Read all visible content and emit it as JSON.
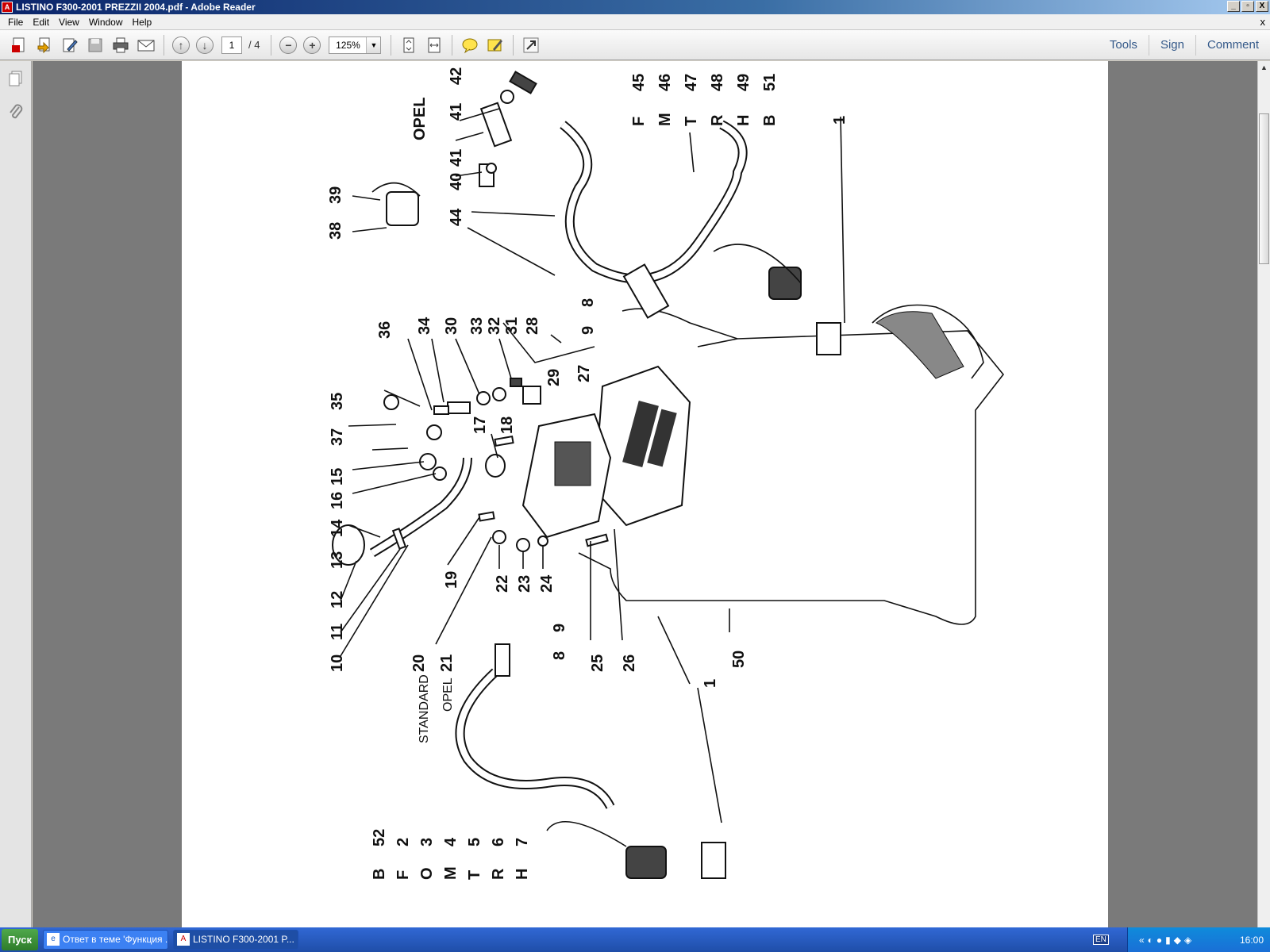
{
  "window": {
    "title": "LISTINO F300-2001 PREZZII 2004.pdf - Adobe Reader",
    "controls": {
      "minimize": "_",
      "restore": "▫",
      "close": "X"
    }
  },
  "menu": {
    "items": [
      "File",
      "Edit",
      "View",
      "Window",
      "Help"
    ],
    "doc_close": "x"
  },
  "toolbar": {
    "page_current": "1",
    "page_total": "/ 4",
    "zoom": "125%",
    "links": [
      "Tools",
      "Sign",
      "Comment"
    ]
  },
  "drawing": {
    "labels": {
      "opel_top": "OPEL",
      "standard": "STANDARD",
      "opel_bottom": "OPEL",
      "n1a": "1",
      "n1b": "1",
      "n8a": "8",
      "n8b": "8",
      "n9a": "9",
      "n9b": "9",
      "n10": "10",
      "n11": "11",
      "n12": "12",
      "n13": "13",
      "n14": "14",
      "n15": "15",
      "n16": "16",
      "n17": "17",
      "n18": "18",
      "n19": "19",
      "n20": "20",
      "n21": "21",
      "n22": "22",
      "n23": "23",
      "n24": "24",
      "n25": "25",
      "n26": "26",
      "n27": "27",
      "n28": "28",
      "n29": "29",
      "n30": "30",
      "n31": "31",
      "n32": "32",
      "n33": "33",
      "n34": "34",
      "n35": "35",
      "n36": "36",
      "n37": "37",
      "n38": "38",
      "n39": "39",
      "n40": "40",
      "n41a": "41",
      "n41b": "41",
      "n42": "42",
      "n44": "44",
      "n50": "50",
      "top_codes": [
        [
          "F",
          "45"
        ],
        [
          "M",
          "46"
        ],
        [
          "T",
          "47"
        ],
        [
          "R",
          "48"
        ],
        [
          "H",
          "49"
        ],
        [
          "B",
          "51"
        ]
      ],
      "bottom_codes": [
        [
          "B",
          "52"
        ],
        [
          "F",
          "2"
        ],
        [
          "O",
          "3"
        ],
        [
          "M",
          "4"
        ],
        [
          "T",
          "5"
        ],
        [
          "R",
          "6"
        ],
        [
          "H",
          "7"
        ]
      ]
    }
  },
  "taskbar": {
    "start": "Пуск",
    "tasks": [
      "Ответ в теме 'Функция ...",
      "LISTINO F300-2001 P..."
    ],
    "lang": "EN",
    "clock": "16:00"
  }
}
